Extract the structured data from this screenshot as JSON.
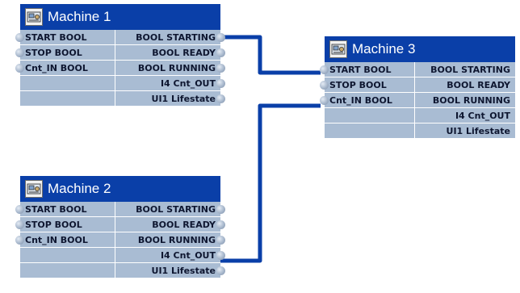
{
  "blocks": [
    {
      "title": "Machine 1",
      "inputs": [
        "START BOOL",
        "STOP BOOL",
        "Cnt_IN BOOL",
        "",
        ""
      ],
      "outputs": [
        "BOOL STARTING",
        "BOOL READY",
        "BOOL RUNNING",
        "I4 Cnt_OUT",
        "UI1 Lifestate"
      ]
    },
    {
      "title": "Machine 2",
      "inputs": [
        "START BOOL",
        "STOP BOOL",
        "Cnt_IN BOOL",
        "",
        ""
      ],
      "outputs": [
        "BOOL STARTING",
        "BOOL READY",
        "BOOL RUNNING",
        "I4 Cnt_OUT",
        "UI1 Lifestate"
      ]
    },
    {
      "title": "Machine 3",
      "inputs": [
        "START BOOL",
        "STOP BOOL",
        "Cnt_IN BOOL",
        "",
        ""
      ],
      "outputs": [
        "BOOL STARTING",
        "BOOL READY",
        "BOOL RUNNING",
        "I4 Cnt_OUT",
        "UI1 Lifestate"
      ]
    }
  ],
  "connections": [
    {
      "from": "Machine 1 . BOOL STARTING",
      "to": "Machine 3 . START BOOL"
    },
    {
      "from": "Machine 2 . I4 Cnt_OUT",
      "to": "Machine 3 . Cnt_IN BOOL"
    }
  ],
  "colors": {
    "header": "#0a3fa8",
    "header_text": "#ffffff",
    "row": "#a9bcd3",
    "row_text": "#0e1630",
    "wire": "#0a3fa8",
    "port": "#a6b6cb"
  },
  "icons": {
    "block": "machine-block-icon",
    "port": "connector-port-icon"
  }
}
